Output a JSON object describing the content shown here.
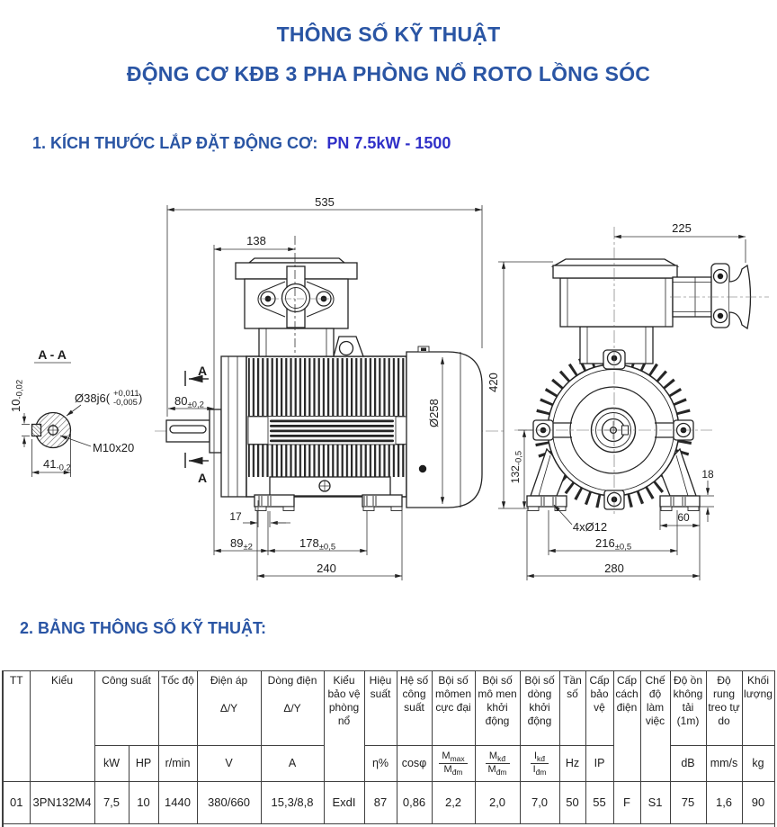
{
  "page": {
    "title_line1": "THÔNG SỐ KỸ THUẬT",
    "title_line2": "ĐỘNG CƠ KĐB 3 PHA PHÒNG NỔ ROTO LỒNG SÓC",
    "section1_label": "1. KÍCH THƯỚC LẮP ĐẶT ĐỘNG CƠ:",
    "section1_value": "PN 7.5kW - 1500",
    "section2_label": "2. BẢNG THÔNG SỐ KỸ THUẬT:",
    "colors": {
      "heading_blue": "#2a55a4",
      "accent_blue": "#3030c8",
      "line": "#222222"
    }
  },
  "drawing": {
    "section": {
      "title": "A - A",
      "d38": {
        "pre": "Ø38j6(",
        "sup": "+0,011",
        "sub": "-0,005",
        "post": ")"
      },
      "d10": {
        "v": "10",
        "tol": "-0,02"
      },
      "d41": {
        "v": "41",
        "tol": "-0,2"
      },
      "tap": "M10x20"
    },
    "side": {
      "a535": "535",
      "a138": "138",
      "a80": {
        "v": "80",
        "tol": "±0,2"
      },
      "mark": "A",
      "dia258": "Ø258",
      "a17": "17",
      "a89": {
        "v": "89",
        "tol": "±2"
      },
      "a178": {
        "v": "178",
        "tol": "±0,5"
      },
      "a240": "240"
    },
    "front": {
      "a225": "225",
      "a420": "420",
      "a132": {
        "v": "132",
        "tol": "-0,5"
      },
      "a18": "18",
      "a60": "60",
      "holes": "4xØ12",
      "a216": {
        "v": "216",
        "tol": "±0,5"
      },
      "a280": "280"
    }
  },
  "table": {
    "headers": {
      "tt": "TT",
      "kieu": "Kiểu",
      "cong_suat": "Công suất",
      "toc_do": "Tốc độ",
      "dien_ap": "Điện áp",
      "dong_dien": "Dòng điện",
      "delta_y": "Δ/Y",
      "kieu_bao_ve": "Kiểu bảo vệ phòng nổ",
      "hieu_suat": "Hiệu suất",
      "he_so_cong_suat": "Hệ số công suất",
      "boi_so_momen_max": "Bội số mômen cực đại",
      "boi_so_momen_kd": "Bội số mô men khởi động",
      "boi_so_dong_kd": "Bội số dòng khởi động",
      "tan_so": "Tần số",
      "cap_bao_ve": "Cấp bảo vệ",
      "cap_cach_dien": "Cấp cách điện",
      "che_do_lam_viec": "Chế độ làm việc",
      "do_on": "Độ ồn không tải (1m)",
      "do_rung": "Độ rung treo tự do",
      "khoi_luong": "Khối lượng"
    },
    "units": {
      "kw": "kW",
      "hp": "HP",
      "rpm": "r/min",
      "v": "V",
      "a": "A",
      "eta": "η%",
      "cos": "cosφ",
      "mmax": {
        "top_m": "M",
        "top_sub": "max",
        "bot_m": "M",
        "bot_sub": "đm"
      },
      "mkd": {
        "top_m": "M",
        "top_sub": "kđ",
        "bot_m": "M",
        "bot_sub": "đm"
      },
      "ikd": {
        "top_m": "I",
        "top_sub": "kđ",
        "bot_m": "I",
        "bot_sub": "đm"
      },
      "hz": "Hz",
      "ip": "IP",
      "db": "dB",
      "mms": "mm/s",
      "kg": "kg"
    },
    "row": {
      "tt": "01",
      "kieu": "3PN132M4",
      "kw": "7,5",
      "hp": "10",
      "rpm": "1440",
      "v": "380/660",
      "a": "15,3/8,8",
      "bao_ve": "ExdI",
      "eta": "87",
      "cos": "0,86",
      "mmax": "2,2",
      "mkd": "2,0",
      "ikd": "7,0",
      "hz": "50",
      "ip": "55",
      "cach_dien": "F",
      "che_do": "S1",
      "db": "75",
      "rung": "1,6",
      "kg": "90"
    }
  }
}
